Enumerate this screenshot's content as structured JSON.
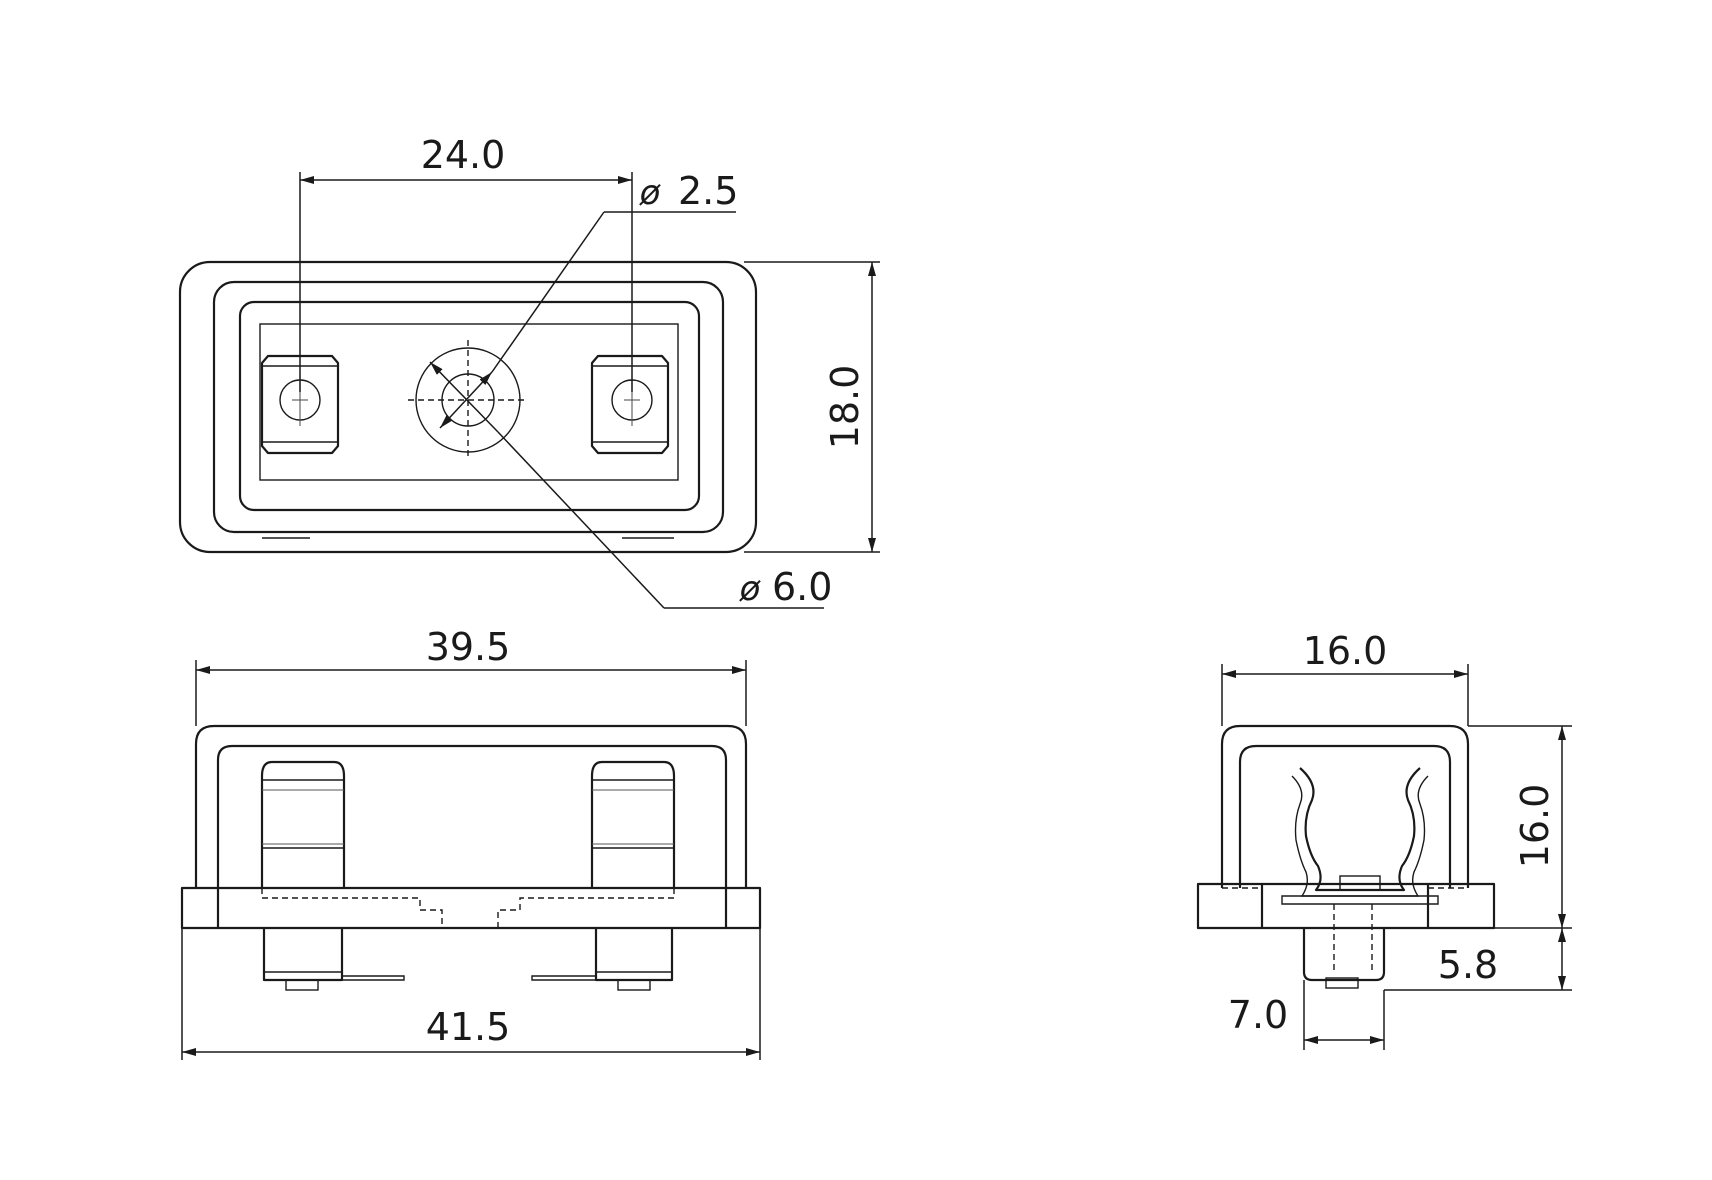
{
  "drawing": {
    "top_view": {
      "width": "24.0",
      "height": "18.0",
      "small_diameter": "2.5",
      "large_diameter": "6.0",
      "diameter_symbol": "ø"
    },
    "front_view": {
      "inner_width": "39.5",
      "outer_width": "41.5"
    },
    "side_view": {
      "width": "16.0",
      "height": "16.0",
      "lead_height": "5.8",
      "lead_width": "7.0"
    }
  }
}
